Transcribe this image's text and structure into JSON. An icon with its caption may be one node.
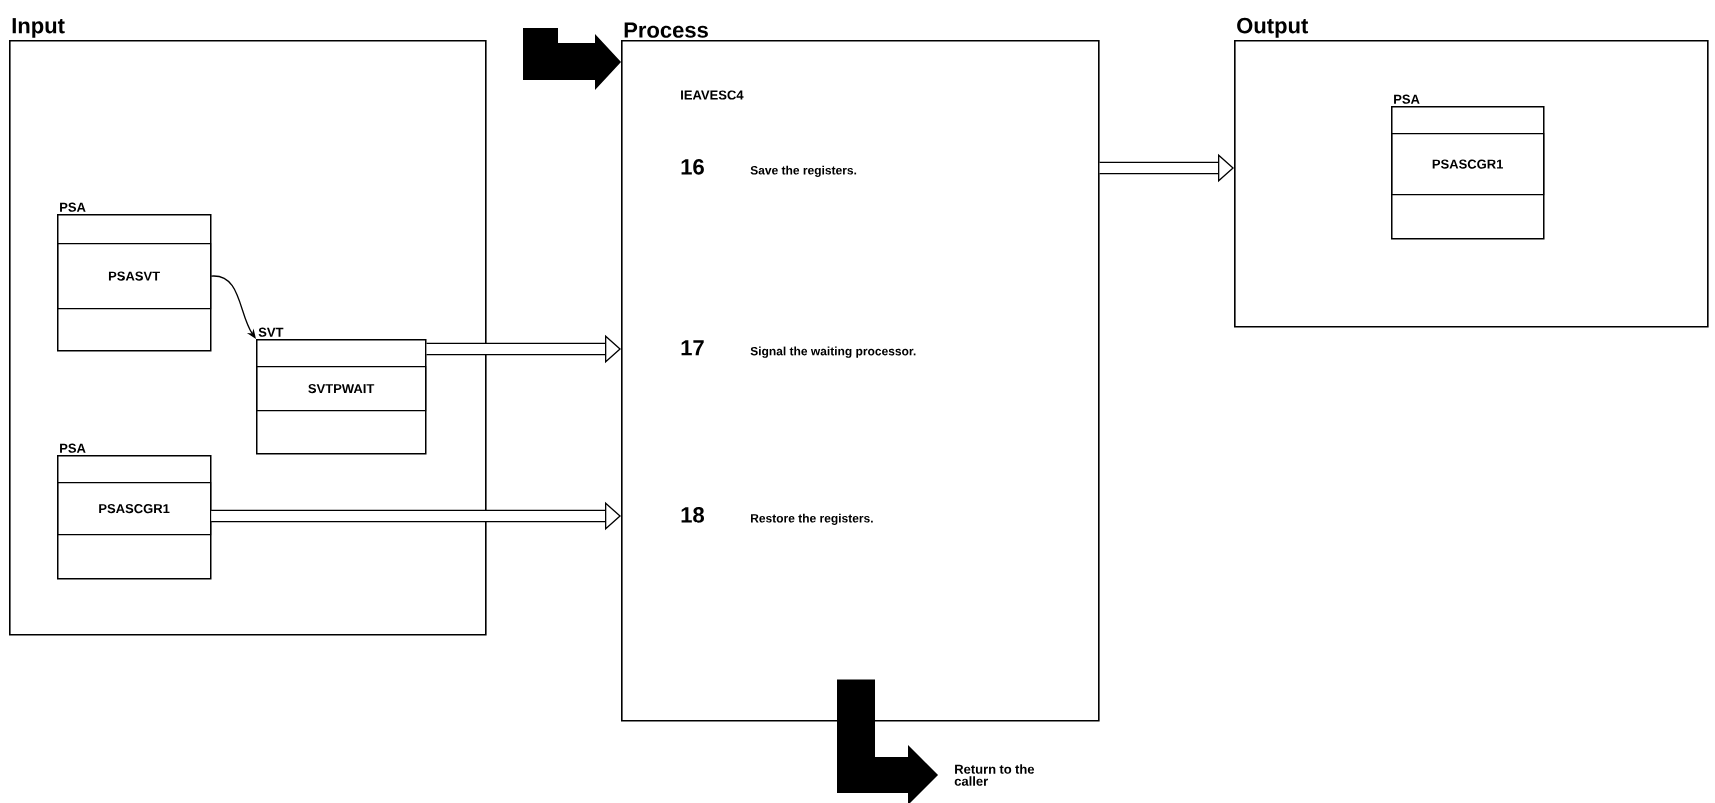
{
  "diagram": {
    "nodes": [
      {
        "text": [
          "Input"
        ]
      },
      {
        "text": [
          "PSA"
        ],
        "in": 0
      },
      {
        "text": [
          "PSASVT"
        ],
        "in": 1
      },
      {
        "text": [
          "SVT"
        ],
        "in": 0
      },
      {
        "text": [
          "SVTPWAIT"
        ],
        "in": 3
      },
      {
        "text": [
          "PSA"
        ],
        "in": 0
      },
      {
        "text": [
          "PSASCGR1"
        ],
        "in": 5
      },
      {
        "text": [
          "Process"
        ]
      },
      {
        "text": [
          "16",
          "Save the registers."
        ],
        "in": 7
      },
      {
        "text": [
          "17",
          "Signal the waiting processor."
        ],
        "in": 7
      },
      {
        "text": [
          "18",
          "Restore the registers."
        ],
        "in": 7
      },
      {
        "text": [
          "Output"
        ]
      },
      {
        "text": [
          "PSA"
        ],
        "in": 11
      },
      {
        "text": [
          "PSASCGR1"
        ],
        "in": 12
      },
      {
        "text": [
          "Return to the caller"
        ]
      }
    ],
    "edges": [
      {
        "from": 2,
        "to": 3,
        "arrow": "to"
      },
      {
        "from": null,
        "to": 7,
        "arrow": "to",
        "style": "thick"
      },
      {
        "from": 3,
        "to": 7,
        "arrow": "to"
      },
      {
        "from": 6,
        "to": 7,
        "arrow": "to"
      },
      {
        "from": 7,
        "to": 11,
        "arrow": "to"
      },
      {
        "from": 7,
        "to": 14,
        "arrow": "to",
        "style": "thick"
      }
    ],
    "labels": [
      "IEAVESC4"
    ]
  }
}
